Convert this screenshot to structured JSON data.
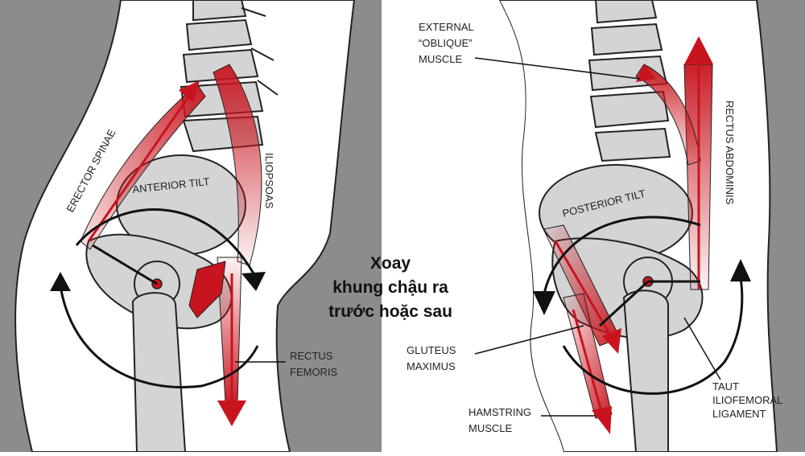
{
  "caption": {
    "line1": "Xoay",
    "line2": "khung chậu ra",
    "line3": "trước hoặc sau"
  },
  "left_panel": {
    "tilt_label": "ANTERIOR TILT",
    "erector": "ERECTOR SPINAE",
    "iliopsoas": "ILIOPSOAS",
    "rectus_femoris_1": "RECTUS",
    "rectus_femoris_2": "FEMORIS"
  },
  "right_panel": {
    "tilt_label": "POSTERIOR TILT",
    "oblique_1": "EXTERNAL",
    "oblique_2": "“OBLIQUE”",
    "oblique_3": "MUSCLE",
    "rectus_abdominis": "RECTUS ABDOMINIS",
    "gluteus_1": "GLUTEUS",
    "gluteus_2": "MAXIMUS",
    "hamstring_1": "HAMSTRING",
    "hamstring_2": "MUSCLE",
    "ligament_1": "TAUT",
    "ligament_2": "ILIOFEMORAL",
    "ligament_3": "LIGAMENT"
  },
  "colors": {
    "background": "#8c8c8c",
    "body": "#ffffff",
    "bone": "#d4d4d4",
    "muscle": "#c8141e",
    "outline": "#222222"
  }
}
